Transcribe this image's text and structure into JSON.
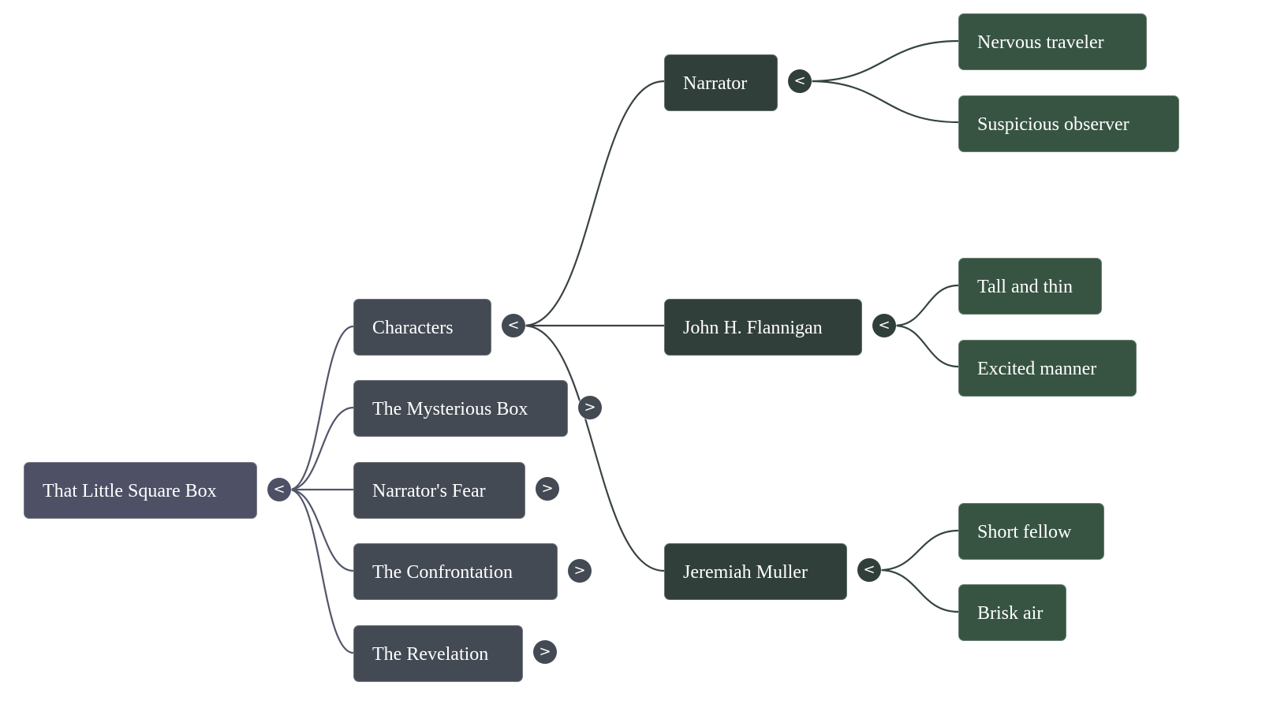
{
  "mindmap": {
    "root": {
      "label": "That Little Square Box",
      "toggle": "<",
      "expanded": true
    },
    "branches": [
      {
        "label": "Characters",
        "toggle": "<",
        "expanded": true
      },
      {
        "label": "The Mysterious Box",
        "toggle": ">",
        "expanded": false
      },
      {
        "label": "Narrator's Fear",
        "toggle": ">",
        "expanded": false
      },
      {
        "label": "The Confrontation",
        "toggle": ">",
        "expanded": false
      },
      {
        "label": "The Revelation",
        "toggle": ">",
        "expanded": false
      }
    ],
    "characters": [
      {
        "label": "Narrator",
        "toggle": "<",
        "expanded": true,
        "traits": [
          "Nervous traveler",
          "Suspicious observer"
        ]
      },
      {
        "label": "John H. Flannigan",
        "toggle": "<",
        "expanded": true,
        "traits": [
          "Tall and thin",
          "Excited manner"
        ]
      },
      {
        "label": "Jeremiah Muller",
        "toggle": "<",
        "expanded": true,
        "traits": [
          "Short fellow",
          "Brisk air"
        ]
      }
    ]
  },
  "colors": {
    "root": "#4e5066",
    "branch": "#434a53",
    "character": "#313f3b",
    "trait": "#375442",
    "edge_root": "#525669",
    "edge_character": "#3a4246",
    "edge_trait": "#34443e"
  }
}
